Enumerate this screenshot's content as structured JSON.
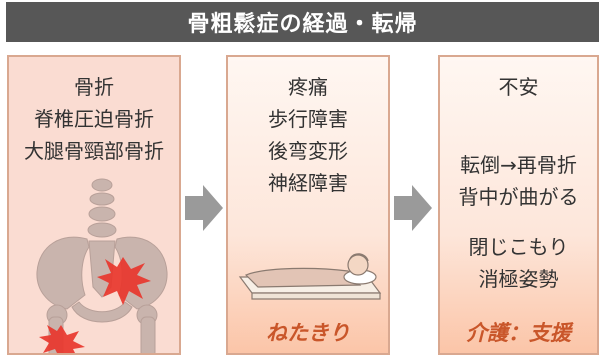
{
  "title": "骨粗鬆症の経過・転帰",
  "panels": [
    {
      "lines": [
        "骨折",
        "脊椎圧迫骨折",
        "大腿骨頸部骨折"
      ]
    },
    {
      "lines": [
        "疼痛",
        "歩行障害",
        "後弯変形",
        "神経障害"
      ],
      "footer": "ねたきり"
    },
    {
      "group_a": [
        "不安"
      ],
      "group_b": [
        "転倒→再骨折",
        "背中が曲がる"
      ],
      "group_c": [
        "閉じこもり",
        "消極姿勢"
      ],
      "footer": "介護：支援"
    }
  ],
  "icons": {
    "pelvis": "pelvis-skeleton-icon",
    "fracture": "fracture-burst-icon",
    "bed": "bedridden-person-icon",
    "arrow": "right-arrow-icon"
  },
  "colors": {
    "title_bg": "#575757",
    "panel_border": "#d9a890",
    "panel1_bg": "#fadcd2",
    "footer_text": "#c9562a",
    "burst": "#e8362c",
    "arrow": "#9a9a9a"
  }
}
